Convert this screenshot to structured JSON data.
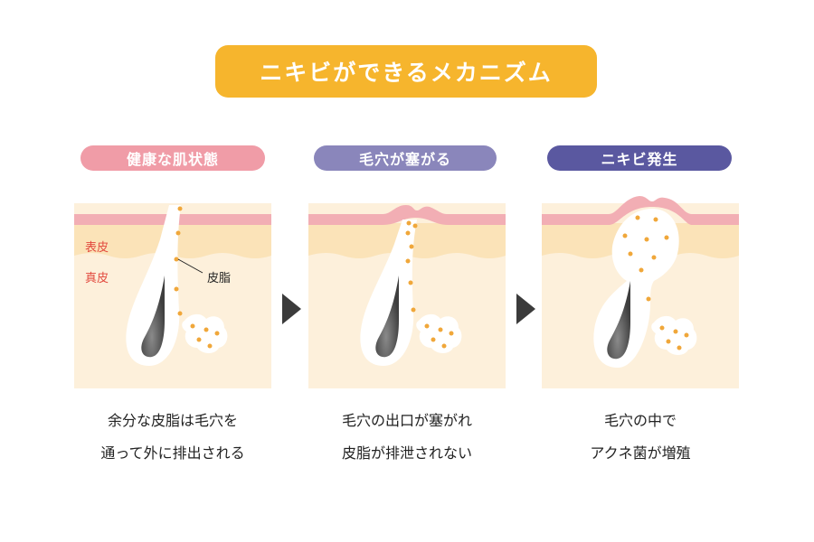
{
  "title": "ニキビができるメカニズム",
  "stages": [
    {
      "label": "健康な肌状態",
      "caption_line1": "余分な皮脂は毛穴を",
      "caption_line2": "通って外に排出される"
    },
    {
      "label": "毛穴が塞がる",
      "caption_line1": "毛穴の出口が塞がれ",
      "caption_line2": "皮脂が排泄されない"
    },
    {
      "label": "ニキビ発生",
      "caption_line1": "毛穴の中で",
      "caption_line2": "アクネ菌が増殖"
    }
  ],
  "labels": {
    "epidermis": "表皮",
    "dermis": "真皮",
    "sebum": "皮脂"
  },
  "colors": {
    "title_banner": "#f6b52d",
    "stage1": "#f09ca7",
    "stage2": "#8a86bb",
    "stage3": "#5a58a0",
    "skin_surface": "#f2aeb4",
    "epidermis": "#fbe3b8",
    "dermis": "#fdf0db",
    "sebum_dot": "#f0a73a",
    "layer_label": "#e2483d"
  },
  "icons": {
    "arrow_1": "play-arrow-icon",
    "arrow_2": "play-arrow-icon"
  }
}
